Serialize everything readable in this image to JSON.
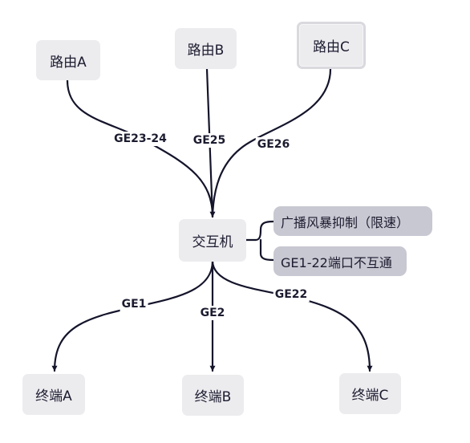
{
  "diagram": {
    "colors": {
      "node_fill": "#ecebee",
      "tag_fill": "#c8c8d2",
      "edge": "#14142b",
      "text": "#1c1c30"
    },
    "nodes": {
      "router_a": "路由A",
      "router_b": "路由B",
      "router_c": "路由C",
      "switch": "交互机",
      "terminal_a": "终端A",
      "terminal_b": "终端B",
      "terminal_c": "终端C"
    },
    "notes": {
      "broadcast": "广播风暴抑制（限速）",
      "isolation": "GE1-22端口不互通"
    },
    "edges": {
      "router_a": "GE23-24",
      "router_b": "GE25",
      "router_c": "GE26",
      "terminal_a": "GE1",
      "terminal_b": "GE2",
      "terminal_c": "GE22"
    }
  }
}
